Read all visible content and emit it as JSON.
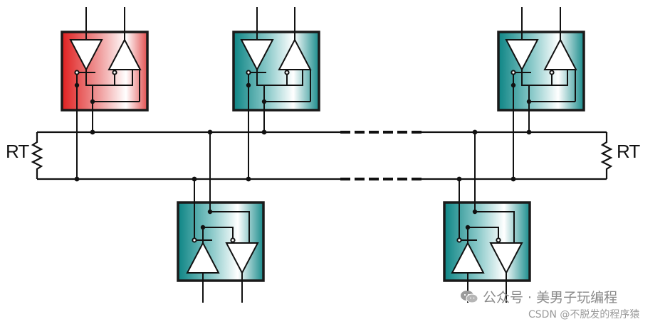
{
  "resistor_label": "R",
  "resistor_subscript": "T",
  "watermark": {
    "channel_text": "公众号 · 美男子玩编程",
    "source_text": "CSDN @不脱发的程序猿",
    "icon": "wechat-icon"
  },
  "colors": {
    "red_start": "#e02020",
    "red_end": "#ffffff",
    "teal_start": "#0f8a8a",
    "teal_end": "#ffffff",
    "border": "#1a1a1a",
    "wire": "#111111"
  }
}
